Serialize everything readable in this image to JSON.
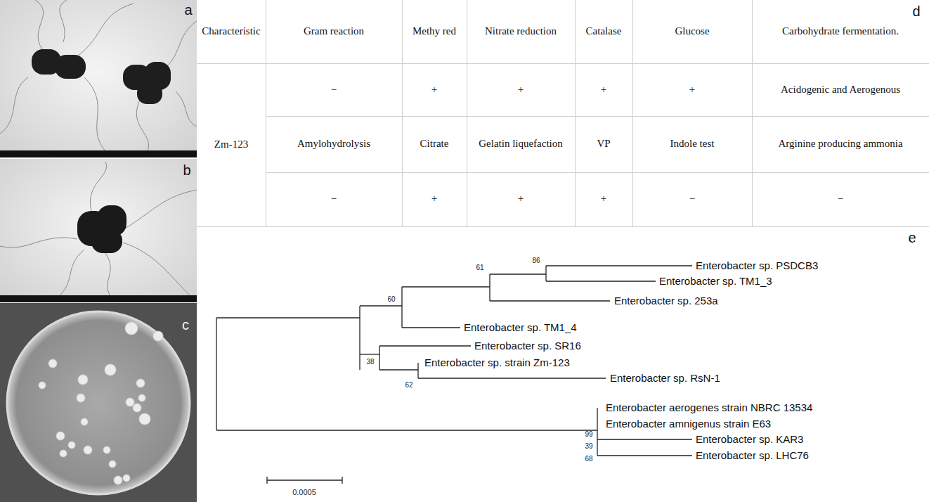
{
  "diagram": {
    "labels": [
      "a",
      "b",
      "c",
      "d",
      "e",
      "Characteristic",
      "Gram reaction",
      "Methy red",
      "Nitrate reduction",
      "Catalase",
      "Glucose",
      "Carbohydrate fermentation.",
      "Zm-123",
      "−",
      "+",
      "+",
      "+",
      "+",
      "Acidogenic and Aerogenous",
      "Amylohydrolysis",
      "Citrate",
      "Gelatin liquefaction",
      "VP",
      "Indole test",
      "Arginine producing ammonia",
      "−",
      "+",
      "+",
      "+",
      "−",
      "−",
      "Enterobacter sp. PSDCB3",
      "Enterobacter sp. TM1_3",
      "Enterobacter sp. 253a",
      "Enterobacter sp. TM1_4",
      "Enterobacter sp. SR16",
      "Enterobacter sp. strain Zm-123",
      "Enterobacter sp. RsN-1",
      "Enterobacter aerogenes strain NBRC 13534",
      "Enterobacter amnigenus strain E63",
      "Enterobacter sp. KAR3",
      "Enterobacter sp. LHC76",
      "86",
      "61",
      "60",
      "38",
      "62",
      "99",
      "39",
      "68",
      "0.0005"
    ]
  }
}
